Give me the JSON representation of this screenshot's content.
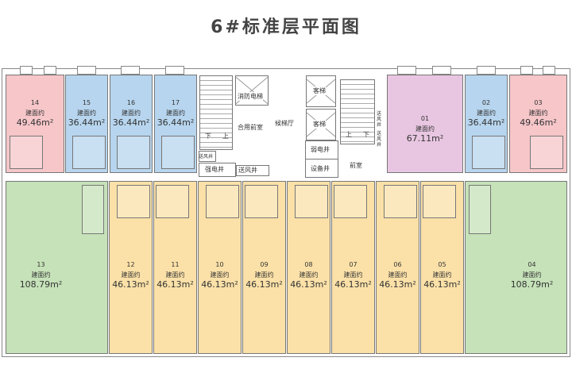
{
  "title": "6#标准层平面图",
  "area_label": "建面约",
  "units": {
    "u14": {
      "no": "14",
      "area": "49.46m²"
    },
    "u15": {
      "no": "15",
      "area": "36.44m²"
    },
    "u16": {
      "no": "16",
      "area": "36.44m²"
    },
    "u17": {
      "no": "17",
      "area": "36.44m²"
    },
    "u01": {
      "no": "01",
      "area": "67.11m²"
    },
    "u02": {
      "no": "02",
      "area": "36.44m²"
    },
    "u03": {
      "no": "03",
      "area": "49.46m²"
    },
    "u13": {
      "no": "13",
      "area": "108.79m²"
    },
    "u12": {
      "no": "12",
      "area": "46.13m²"
    },
    "u11": {
      "no": "11",
      "area": "46.13m²"
    },
    "u10": {
      "no": "10",
      "area": "46.13m²"
    },
    "u09": {
      "no": "09",
      "area": "46.13m²"
    },
    "u08": {
      "no": "08",
      "area": "46.13m²"
    },
    "u07": {
      "no": "07",
      "area": "46.13m²"
    },
    "u06": {
      "no": "06",
      "area": "46.13m²"
    },
    "u05": {
      "no": "05",
      "area": "46.13m²"
    },
    "u04": {
      "no": "04",
      "area": "108.79m²"
    }
  },
  "core": {
    "fire_elevator": "消防电梯",
    "shared_lobby": "合用前室",
    "elevator_hall": "候梯厅",
    "elevator_1": "客梯",
    "elevator_2": "客梯",
    "weak_shaft": "弱电井",
    "equipment_shaft": "设备井",
    "front_room": "前室",
    "strong_shaft": "强电井",
    "air_shaft_1": "送风井",
    "air_shaft_2": "送风井",
    "air_shaft_3": "送风井",
    "air_shaft_4": "送风井",
    "down_1": "下",
    "up_1": "上",
    "up_2": "上",
    "down_2": "下"
  }
}
